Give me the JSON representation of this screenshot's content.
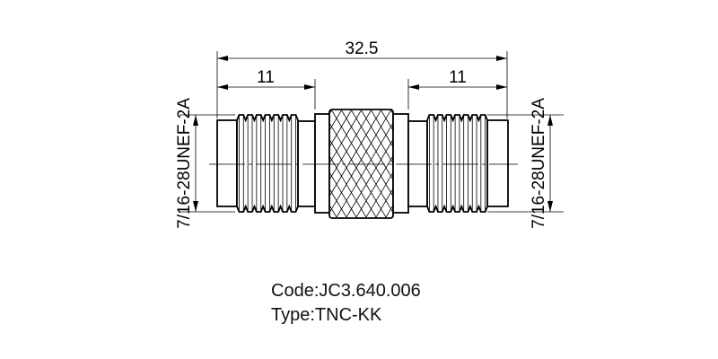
{
  "dimensions": {
    "overall_length": "32.5",
    "left_thread_length": "11",
    "right_thread_length": "11",
    "left_thread_spec": "7/16-28UNEF-2A",
    "right_thread_spec": "7/16-28UNEF-2A"
  },
  "caption": {
    "code": "Code:JC3.640.006",
    "type": "Type:TNC-KK"
  },
  "colors": {
    "line": "#000000",
    "background": "#ffffff"
  }
}
